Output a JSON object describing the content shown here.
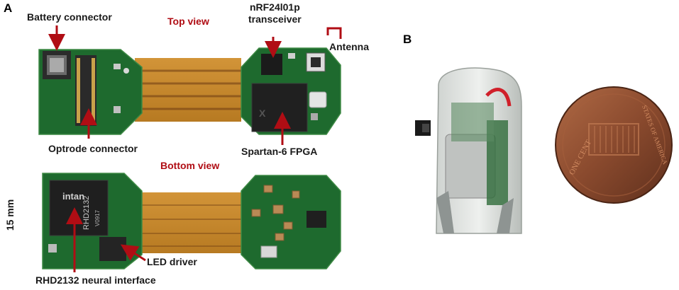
{
  "panels": {
    "a": "A",
    "b": "B"
  },
  "labels": {
    "battery_connector": "Battery connector",
    "top_view": "Top view",
    "transceiver_line1": "nRF24l01p",
    "transceiver_line2": "transceiver",
    "antenna": "Antenna",
    "optrode_connector": "Optrode connector",
    "fpga": "Spartan-6 FPGA",
    "bottom_view": "Bottom view",
    "scale": "15 mm",
    "led_driver": "LED driver",
    "neural_interface": "RHD2132 neural interface"
  },
  "chip_text": {
    "brand": "intan",
    "model": "RHD2132",
    "code": "V0917"
  },
  "coin_text": {
    "one_cent": "ONE CENT",
    "states": "STATES OF AMERICA"
  },
  "colors": {
    "pcb_green": "#1e6a2e",
    "flex_orange": "#c98a2a",
    "arrow_red": "#b00d14",
    "penny_copper": "#8a4a2e"
  }
}
